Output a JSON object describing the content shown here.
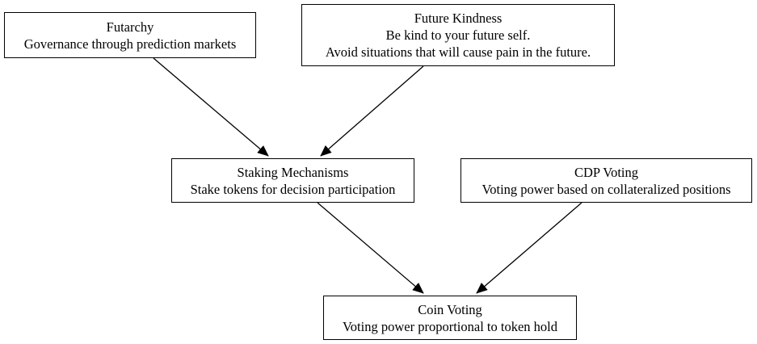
{
  "nodes": {
    "futarchy": {
      "title": "Futarchy",
      "description": "Governance through prediction markets"
    },
    "future_kindness": {
      "title": "Future Kindness",
      "line1": "Be kind to your future self.",
      "line2": "Avoid situations that will cause pain in the future."
    },
    "staking": {
      "title": "Staking Mechanisms",
      "description": "Stake tokens for decision participation"
    },
    "cdp_voting": {
      "title": "CDP Voting",
      "description": "Voting power based on collateralized positions"
    },
    "coin_voting": {
      "title": "Coin Voting",
      "description": "Voting power proportional to token hold"
    }
  },
  "edges": [
    {
      "from": "futarchy",
      "to": "staking"
    },
    {
      "from": "future_kindness",
      "to": "staking"
    },
    {
      "from": "staking",
      "to": "coin_voting"
    },
    {
      "from": "cdp_voting",
      "to": "coin_voting"
    }
  ],
  "colors": {
    "stroke": "#000000",
    "background": "#ffffff"
  }
}
